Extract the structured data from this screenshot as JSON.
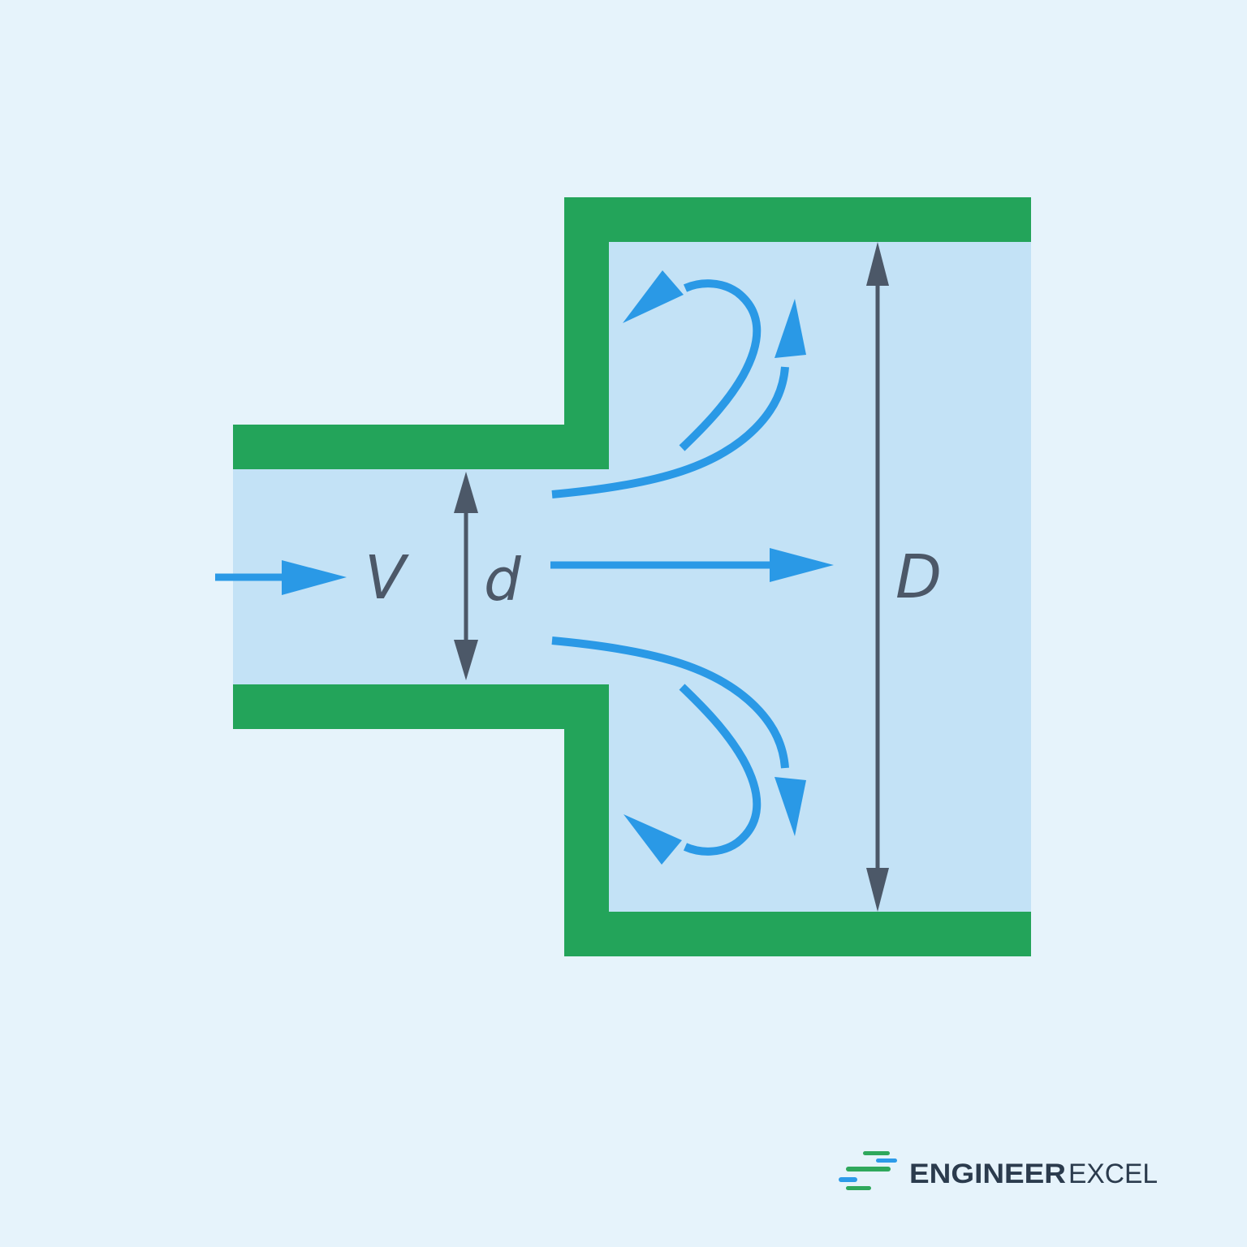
{
  "diagram": {
    "labels": {
      "inlet_velocity": "V",
      "small_diameter": "d",
      "large_diameter": "D"
    },
    "colors": {
      "background": "#E6F3FB",
      "fluid": "#C3E2F6",
      "pipe_wall": "#23A45A",
      "flow_arrow": "#2A99E6",
      "dimension": "#4C5868"
    }
  },
  "logo": {
    "brand_bold": "ENGINEER",
    "brand_regular": "EXCEL",
    "text_color": "#2B3B4D",
    "mark_colors": {
      "green": "#2FA85C",
      "blue": "#2D9BE9"
    }
  }
}
